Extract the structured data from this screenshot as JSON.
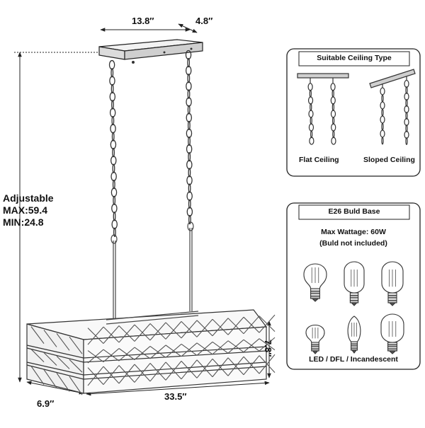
{
  "dimensions": {
    "canopy_length": "13.8″",
    "canopy_width": "4.8″",
    "body_length": "33.5″",
    "body_width": "6.9″",
    "body_height": "7.8″",
    "adjustable": "Adjustable",
    "max_height": "MAX:59.4",
    "min_height": "MIN:24.8"
  },
  "ceiling_panel": {
    "title": "Suitable Ceiling Type",
    "flat": "Flat Ceiling",
    "sloped": "Sloped Ceiling"
  },
  "bulb_panel": {
    "title": "E26 Buld Base",
    "wattage": "Max Wattage: 60W",
    "note": "(Buld not included)",
    "types": "LED / DFL / Incandescent"
  }
}
